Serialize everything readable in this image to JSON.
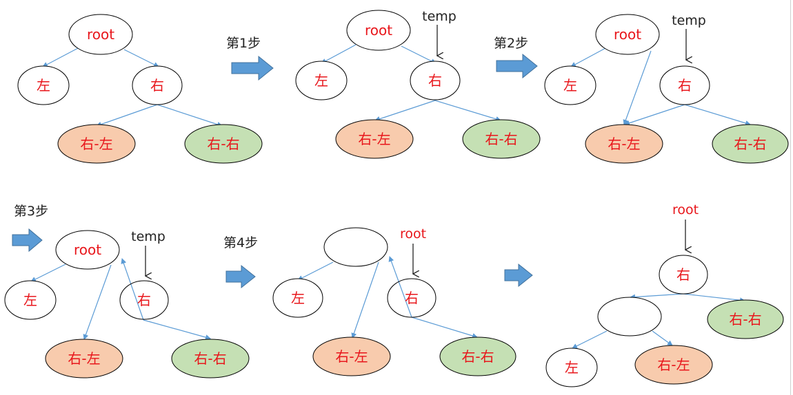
{
  "labels": {
    "root": "root",
    "left": "左",
    "right": "右",
    "right_left": "右-左",
    "right_right": "右-右",
    "temp": "temp",
    "step1": "第1步",
    "step2": "第2步",
    "step3": "第3步",
    "step4": "第4步"
  },
  "colors": {
    "edge": "#5b9bd5",
    "arrow_fill": "#5b9bd5",
    "node_text": "#e8161b",
    "right_left_fill": "#f8cbad",
    "right_right_fill": "#c5e0b4",
    "node_stroke": "#000000"
  }
}
